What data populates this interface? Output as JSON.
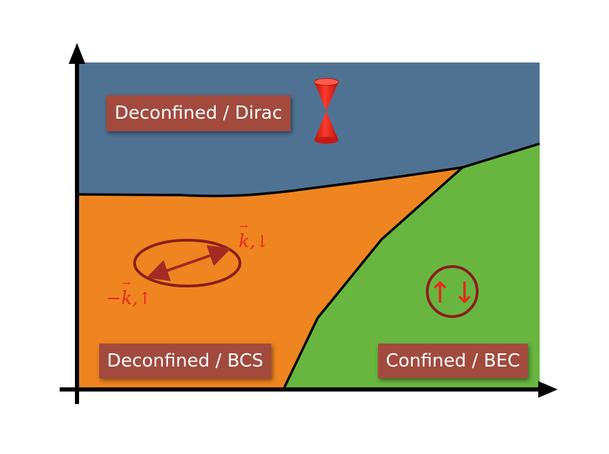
{
  "regions": {
    "dirac_label": "Deconfined / Dirac",
    "bcs_label": "Deconfined / BCS",
    "bec_label": "Confined / BEC"
  },
  "pair_labels": {
    "k_down_k": "k",
    "k_down_suffix": ",",
    "k_down_arrow": "↓",
    "k_up_prefix": "−",
    "k_up_k": "k",
    "k_up_suffix": ",",
    "k_up_arrow": "↑"
  },
  "bec_symbol": "↑↓",
  "colors": {
    "dirac_region": "#4f7293",
    "bcs_region": "#ef8520",
    "bec_region": "#68b640",
    "label_box": "#a24a3e",
    "accent_red": "#e8291c",
    "dark_red": "#8b1d1a",
    "boundary": "#000000"
  },
  "icons": {
    "dirac_cone": "dirac-cone-icon",
    "cooper_pair": "cooper-pair-ellipse-icon",
    "bound_pair": "bound-pair-circle-icon"
  }
}
